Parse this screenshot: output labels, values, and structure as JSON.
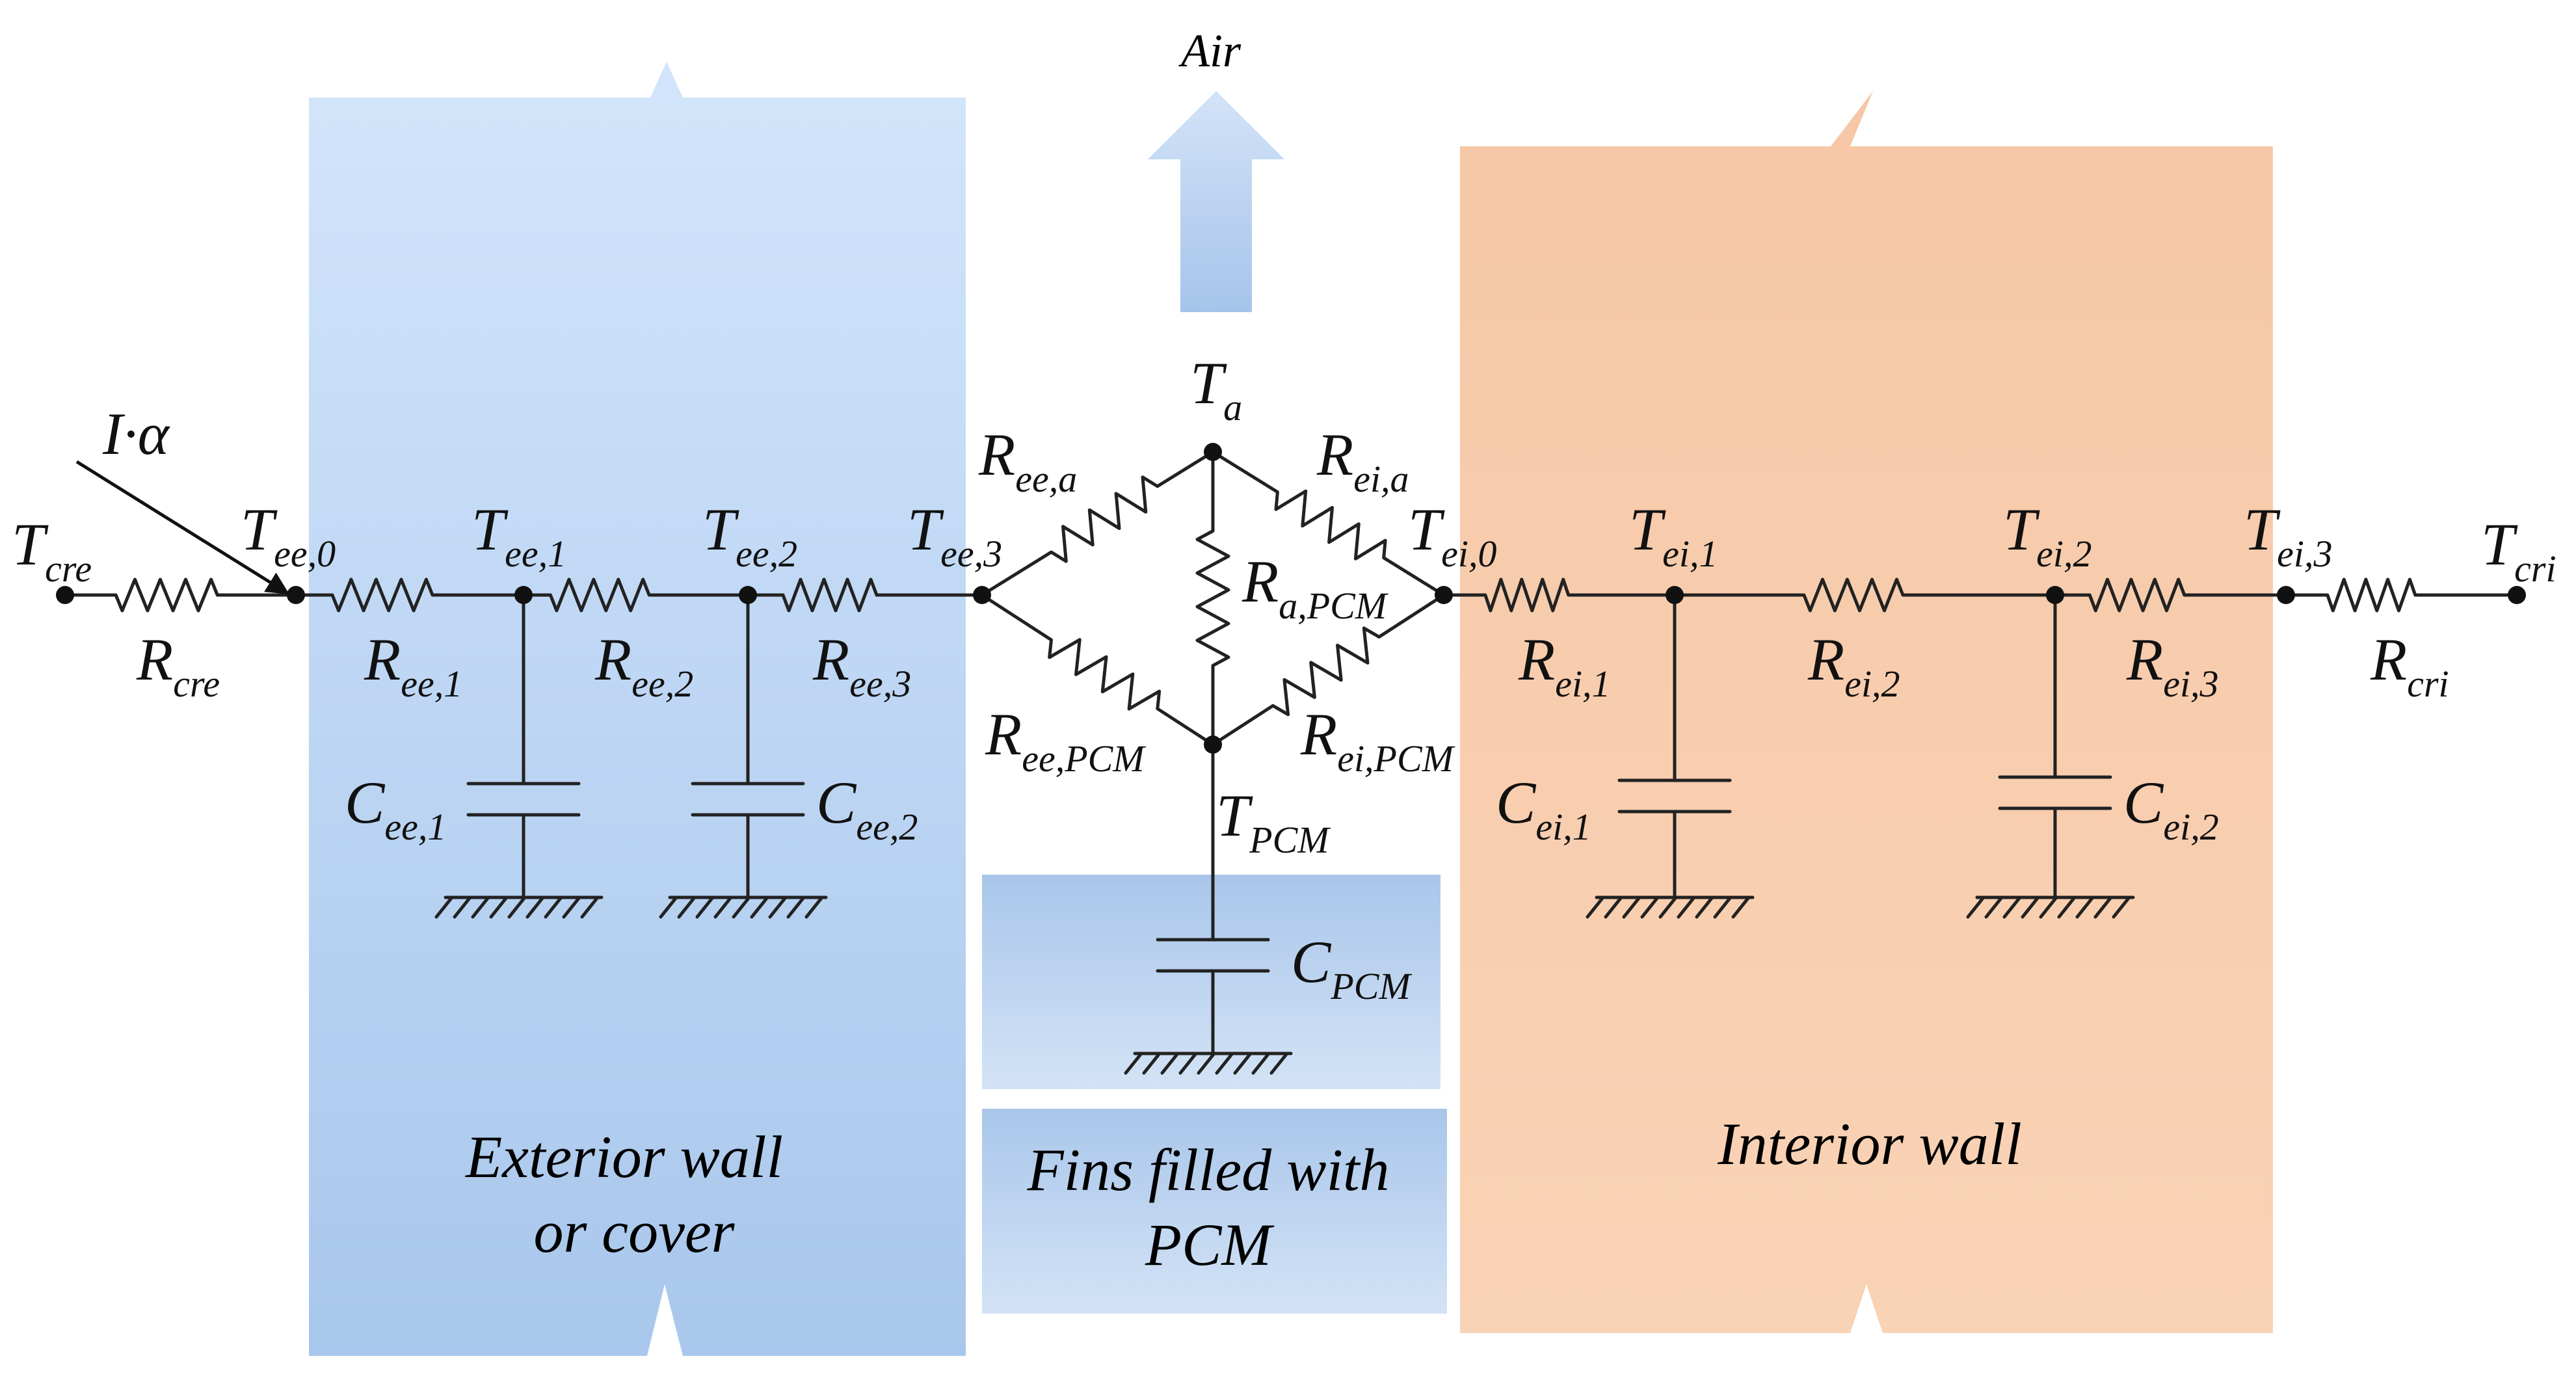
{
  "colors": {
    "exterior_wall": "#c3daf5",
    "interior_wall": "#f8ccaa",
    "pcm_panel": "#bcd4ee",
    "air_arrow": "#b1cdee",
    "region_text": "#9aa0a8",
    "wire": "#222222"
  },
  "regions": {
    "air": "Air",
    "exterior_line1": "Exterior wall",
    "exterior_line2": "or cover",
    "pcm_line1": "Fins filled with",
    "pcm_line2": "PCM",
    "interior": "Interior wall"
  },
  "solar_input": "I·α",
  "labels": {
    "T_cre": {
      "main": "T",
      "sub": "cre"
    },
    "R_cre": {
      "main": "R",
      "sub": "cre"
    },
    "T_ee0": {
      "main": "T",
      "sub": "ee,0"
    },
    "T_ee1": {
      "main": "T",
      "sub": "ee,1"
    },
    "T_ee2": {
      "main": "T",
      "sub": "ee,2"
    },
    "T_ee3": {
      "main": "T",
      "sub": "ee,3"
    },
    "R_ee1": {
      "main": "R",
      "sub": "ee,1"
    },
    "R_ee2": {
      "main": "R",
      "sub": "ee,2"
    },
    "R_ee3": {
      "main": "R",
      "sub": "ee,3"
    },
    "C_ee1": {
      "main": "C",
      "sub": "ee,1"
    },
    "C_ee2": {
      "main": "C",
      "sub": "ee,2"
    },
    "T_a": {
      "main": "T",
      "sub": "a"
    },
    "R_eea": {
      "main": "R",
      "sub": "ee,a"
    },
    "R_eia": {
      "main": "R",
      "sub": "ei,a"
    },
    "R_aPCM": {
      "main": "R",
      "sub": "a,PCM"
    },
    "R_eePCM": {
      "main": "R",
      "sub": "ee,PCM"
    },
    "R_eiPCM": {
      "main": "R",
      "sub": "ei,PCM"
    },
    "T_PCM": {
      "main": "T",
      "sub": "PCM"
    },
    "C_PCM": {
      "main": "C",
      "sub": "PCM"
    },
    "T_ei0": {
      "main": "T",
      "sub": "ei,0"
    },
    "T_ei1": {
      "main": "T",
      "sub": "ei,1"
    },
    "T_ei2": {
      "main": "T",
      "sub": "ei,2"
    },
    "T_ei3": {
      "main": "T",
      "sub": "ei,3"
    },
    "R_ei1": {
      "main": "R",
      "sub": "ei,1"
    },
    "R_ei2": {
      "main": "R",
      "sub": "ei,2"
    },
    "R_ei3": {
      "main": "R",
      "sub": "ei,3"
    },
    "C_ei1": {
      "main": "C",
      "sub": "ei,1"
    },
    "C_ei2": {
      "main": "C",
      "sub": "ei,2"
    },
    "R_cri": {
      "main": "R",
      "sub": "cri"
    },
    "T_cri": {
      "main": "T",
      "sub": "cri"
    }
  }
}
